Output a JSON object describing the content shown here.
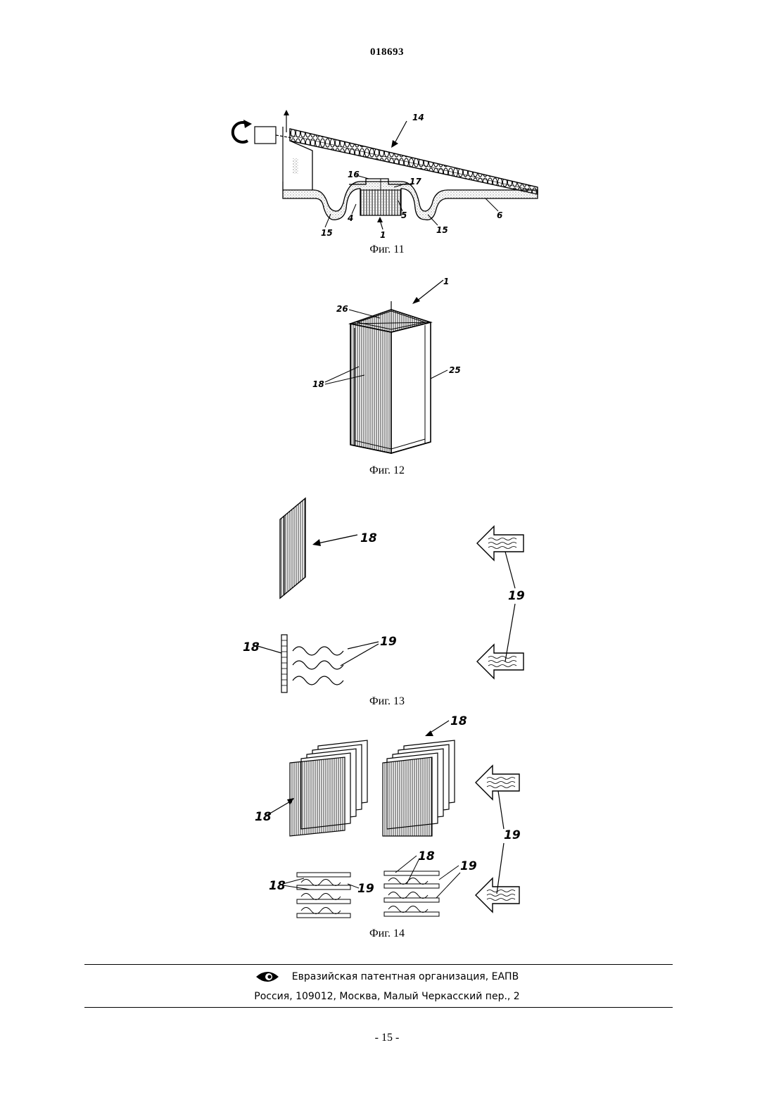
{
  "header": {
    "doc_number": "018693"
  },
  "figures": [
    {
      "caption": "Фиг. 11",
      "labels": [
        "14",
        "16",
        "17",
        "4",
        "5",
        "1",
        "15",
        "15",
        "6"
      ]
    },
    {
      "caption": "Фиг. 12",
      "labels": [
        "1",
        "26",
        "25",
        "18"
      ]
    },
    {
      "caption": "Фиг. 13",
      "labels": [
        "18",
        "19",
        "18",
        "19"
      ]
    },
    {
      "caption": "Фиг. 14",
      "labels": [
        "18",
        "18",
        "18",
        "18",
        "19",
        "19",
        "19"
      ]
    }
  ],
  "footer": {
    "org": "Евразийская патентная организация, ЕАПВ",
    "address": "Россия, 109012, Москва, Малый Черкасский пер., 2",
    "logo_icon": "eye-logo-icon"
  },
  "page_number": "- 15 -"
}
